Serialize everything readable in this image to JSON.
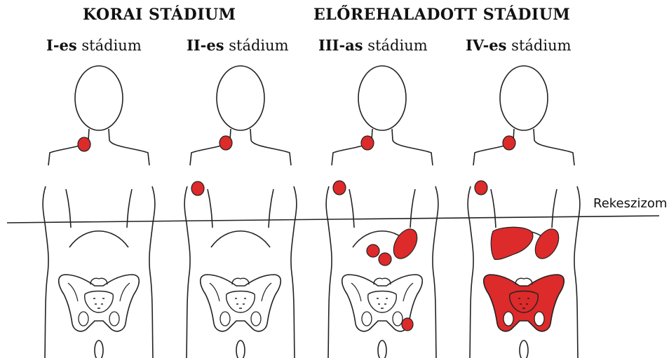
{
  "header": {
    "early_title": "KORAI STÁDIUM",
    "advanced_title": "ELŐREHALADOTT STÁDIUM"
  },
  "stages": [
    {
      "number": "I-es",
      "word": " stádium"
    },
    {
      "number": "II-es",
      "word": " stádium"
    },
    {
      "number": "III-as",
      "word": " stádium"
    },
    {
      "number": "IV-es",
      "word": " stádium"
    }
  ],
  "diaphragm": {
    "label": "Rekeszizom"
  },
  "colors": {
    "lesion": "#dd2a2a",
    "outline": "#222222"
  }
}
